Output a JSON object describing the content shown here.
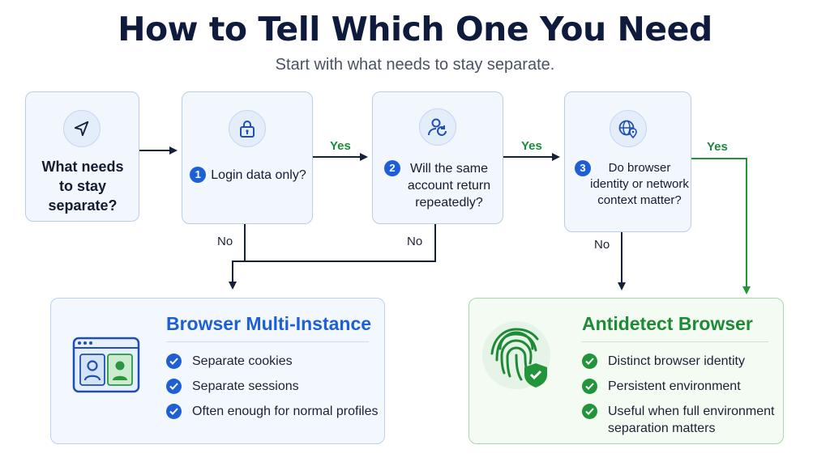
{
  "header": {
    "title": "How to Tell Which One You Need",
    "subtitle": "Start with what needs to stay separate."
  },
  "nodes": {
    "start": {
      "label": "What needs to stay separate?",
      "icon": "navigation-arrow-icon"
    },
    "q1": {
      "number": "1",
      "label": "Login data only?",
      "icon": "lock-icon"
    },
    "q2": {
      "number": "2",
      "label": "Will the same account return repeatedly?",
      "icon": "user-refresh-icon"
    },
    "q3": {
      "number": "3",
      "label": "Do browser identity or network context matter?",
      "icon": "globe-location-icon"
    }
  },
  "edges": {
    "q1_yes": "Yes",
    "q2_yes": "Yes",
    "q3_yes": "Yes",
    "q1_no": "No",
    "q2_no": "No",
    "q3_no": "No"
  },
  "results": {
    "multi_instance": {
      "title": "Browser Multi-Instance",
      "icon": "browser-window-users-icon",
      "items": [
        "Separate cookies",
        "Separate sessions",
        "Often enough for normal profiles"
      ]
    },
    "antidetect": {
      "title": "Antidetect Browser",
      "icon": "fingerprint-shield-icon",
      "items": [
        "Distinct browser identity",
        "Persistent environment",
        "Useful when full environment separation matters"
      ]
    }
  },
  "colors": {
    "accent_blue": "#1f5fd6",
    "accent_green": "#22953a",
    "navy": "#0f1b3d"
  }
}
